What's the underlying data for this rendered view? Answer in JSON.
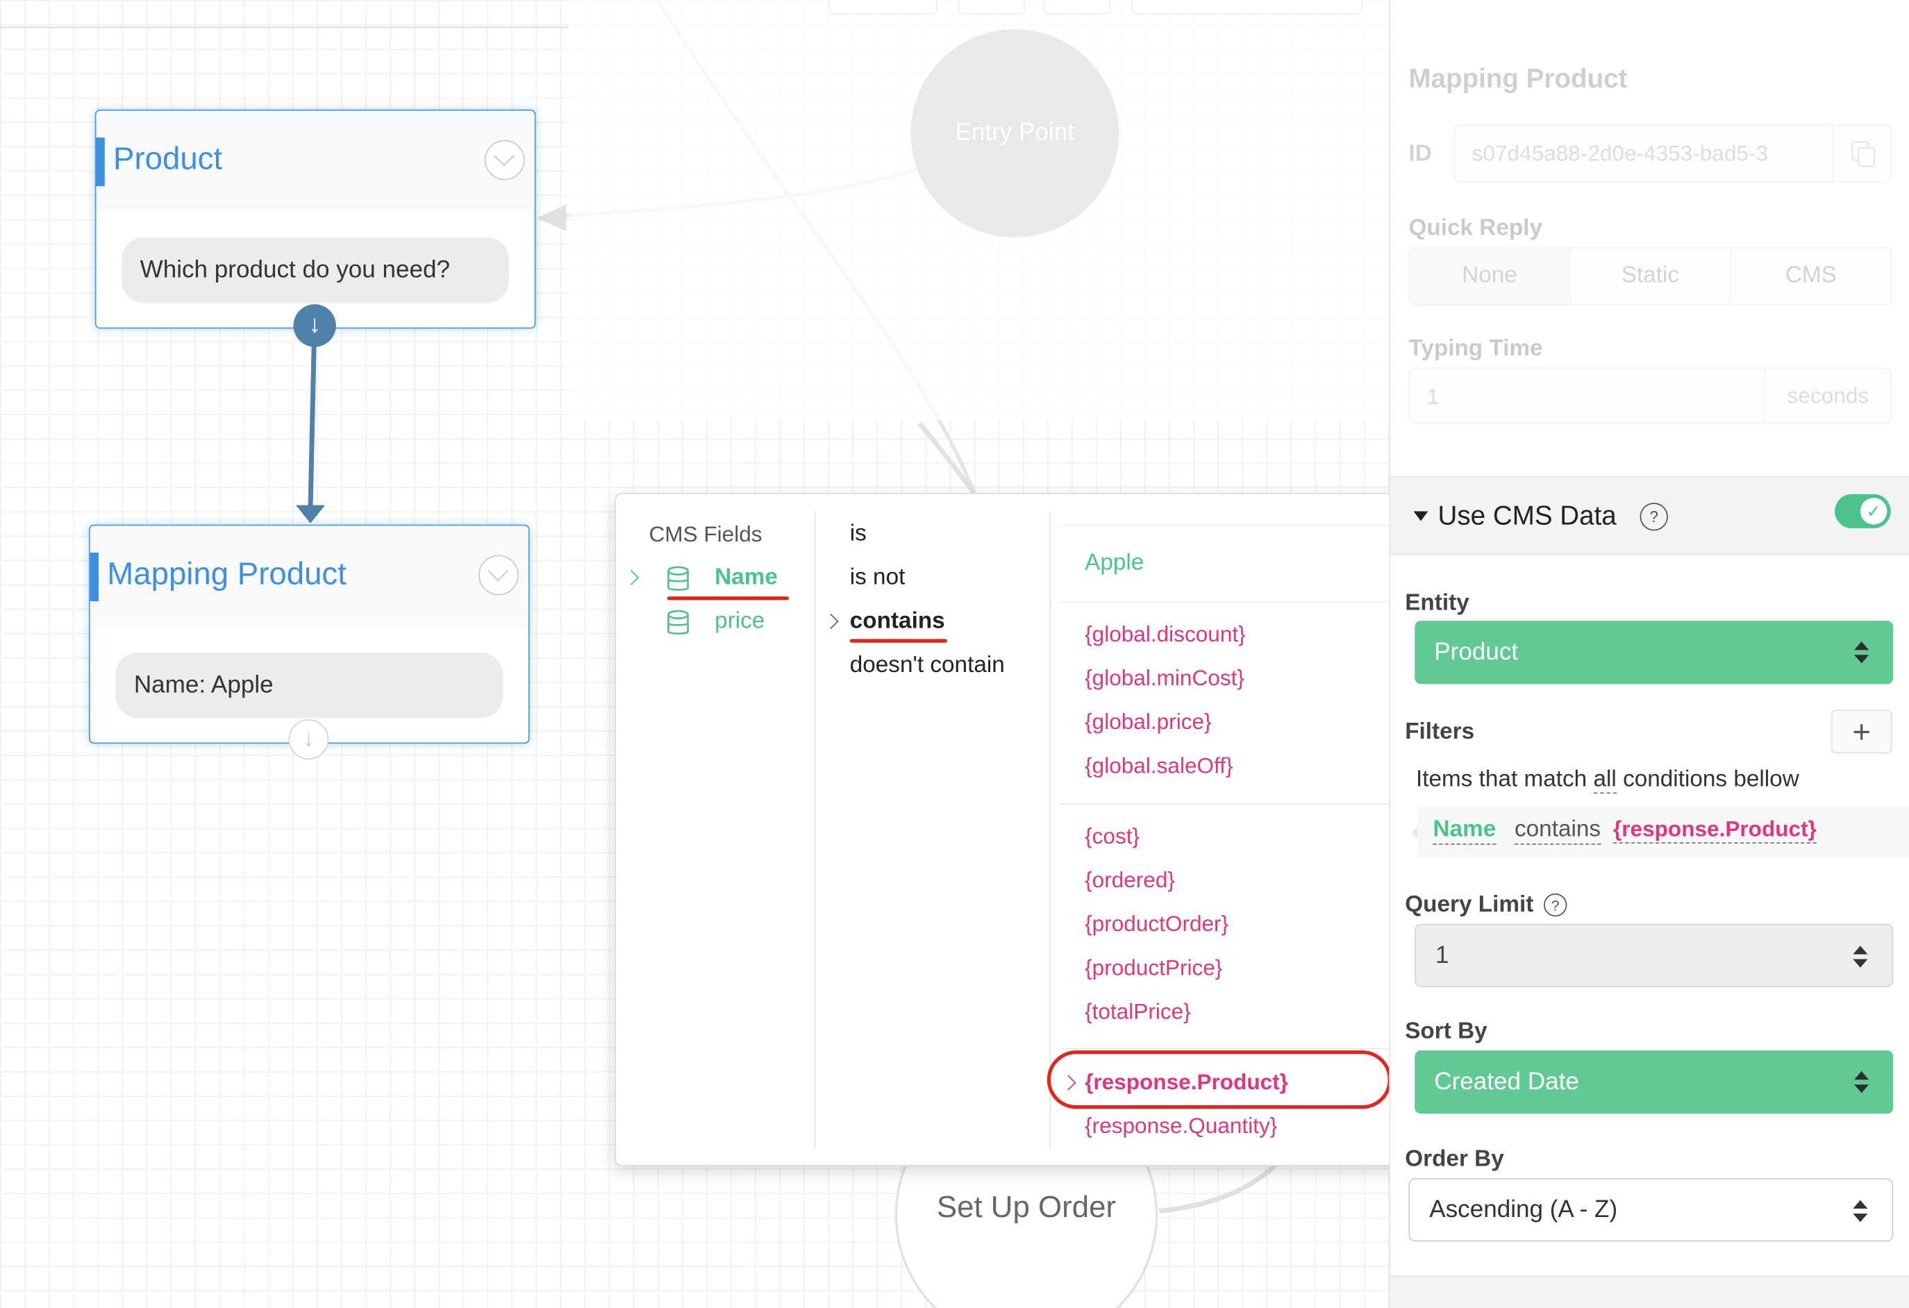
{
  "canvas": {
    "entry_label": "Entry Point",
    "setup_label": "Set Up Order",
    "node_product": {
      "title": "Product",
      "message": "Which product do you need?"
    },
    "node_mapping": {
      "title": "Mapping Product",
      "message": "Name: Apple"
    },
    "port_arrow": "↓"
  },
  "popup": {
    "fields_header": "CMS Fields",
    "fields": [
      {
        "label": "Name",
        "selected": true,
        "icon": "database-icon"
      },
      {
        "label": "price",
        "selected": false,
        "icon": "database-icon"
      }
    ],
    "operators": [
      {
        "label": "is",
        "selected": false
      },
      {
        "label": "is not",
        "selected": false
      },
      {
        "label": "contains",
        "selected": true
      },
      {
        "label": "doesn't contain",
        "selected": false
      }
    ],
    "values_cms": [
      "Apple"
    ],
    "values_global": [
      "{global.discount}",
      "{global.minCost}",
      "{global.price}",
      "{global.saleOff}"
    ],
    "values_vars": [
      "{cost}",
      "{ordered}",
      "{productOrder}",
      "{productPrice}",
      "{totalPrice}"
    ],
    "values_response": [
      {
        "label": "{response.Product}",
        "selected": true
      },
      {
        "label": "{response.Quantity}",
        "selected": false
      }
    ],
    "highlight_color": "#e3261c"
  },
  "panel": {
    "title": "Mapping Product",
    "id_label": "ID",
    "id_value": "s07d45a88-2d0e-4353-bad5-3",
    "quick_reply_label": "Quick Reply",
    "quick_reply_options": [
      "None",
      "Static",
      "CMS"
    ],
    "typing_time_label": "Typing Time",
    "typing_time_value": "1",
    "typing_time_unit": "seconds",
    "cms_section_title": "Use CMS Data",
    "cms_enabled": true,
    "entity_label": "Entity",
    "entity_value": "Product",
    "filters_label": "Filters",
    "filters_desc_pre": "Items that match",
    "filters_desc_mode": "all",
    "filters_desc_post": "conditions bellow",
    "filter_field": "Name",
    "filter_operator": "contains",
    "filter_value": "{response.Product}",
    "query_limit_label": "Query Limit",
    "query_limit_value": "1",
    "sort_by_label": "Sort By",
    "sort_by_value": "Created Date",
    "order_by_label": "Order By",
    "order_by_value": "Ascending (A - Z)",
    "help_glyph": "?",
    "plus_glyph": "+",
    "check_glyph": "✓"
  },
  "colors": {
    "brand_blue": "#3d8fe0",
    "green": "#4cc38a",
    "pink": "#e1367d",
    "port": "#4f82a8"
  }
}
